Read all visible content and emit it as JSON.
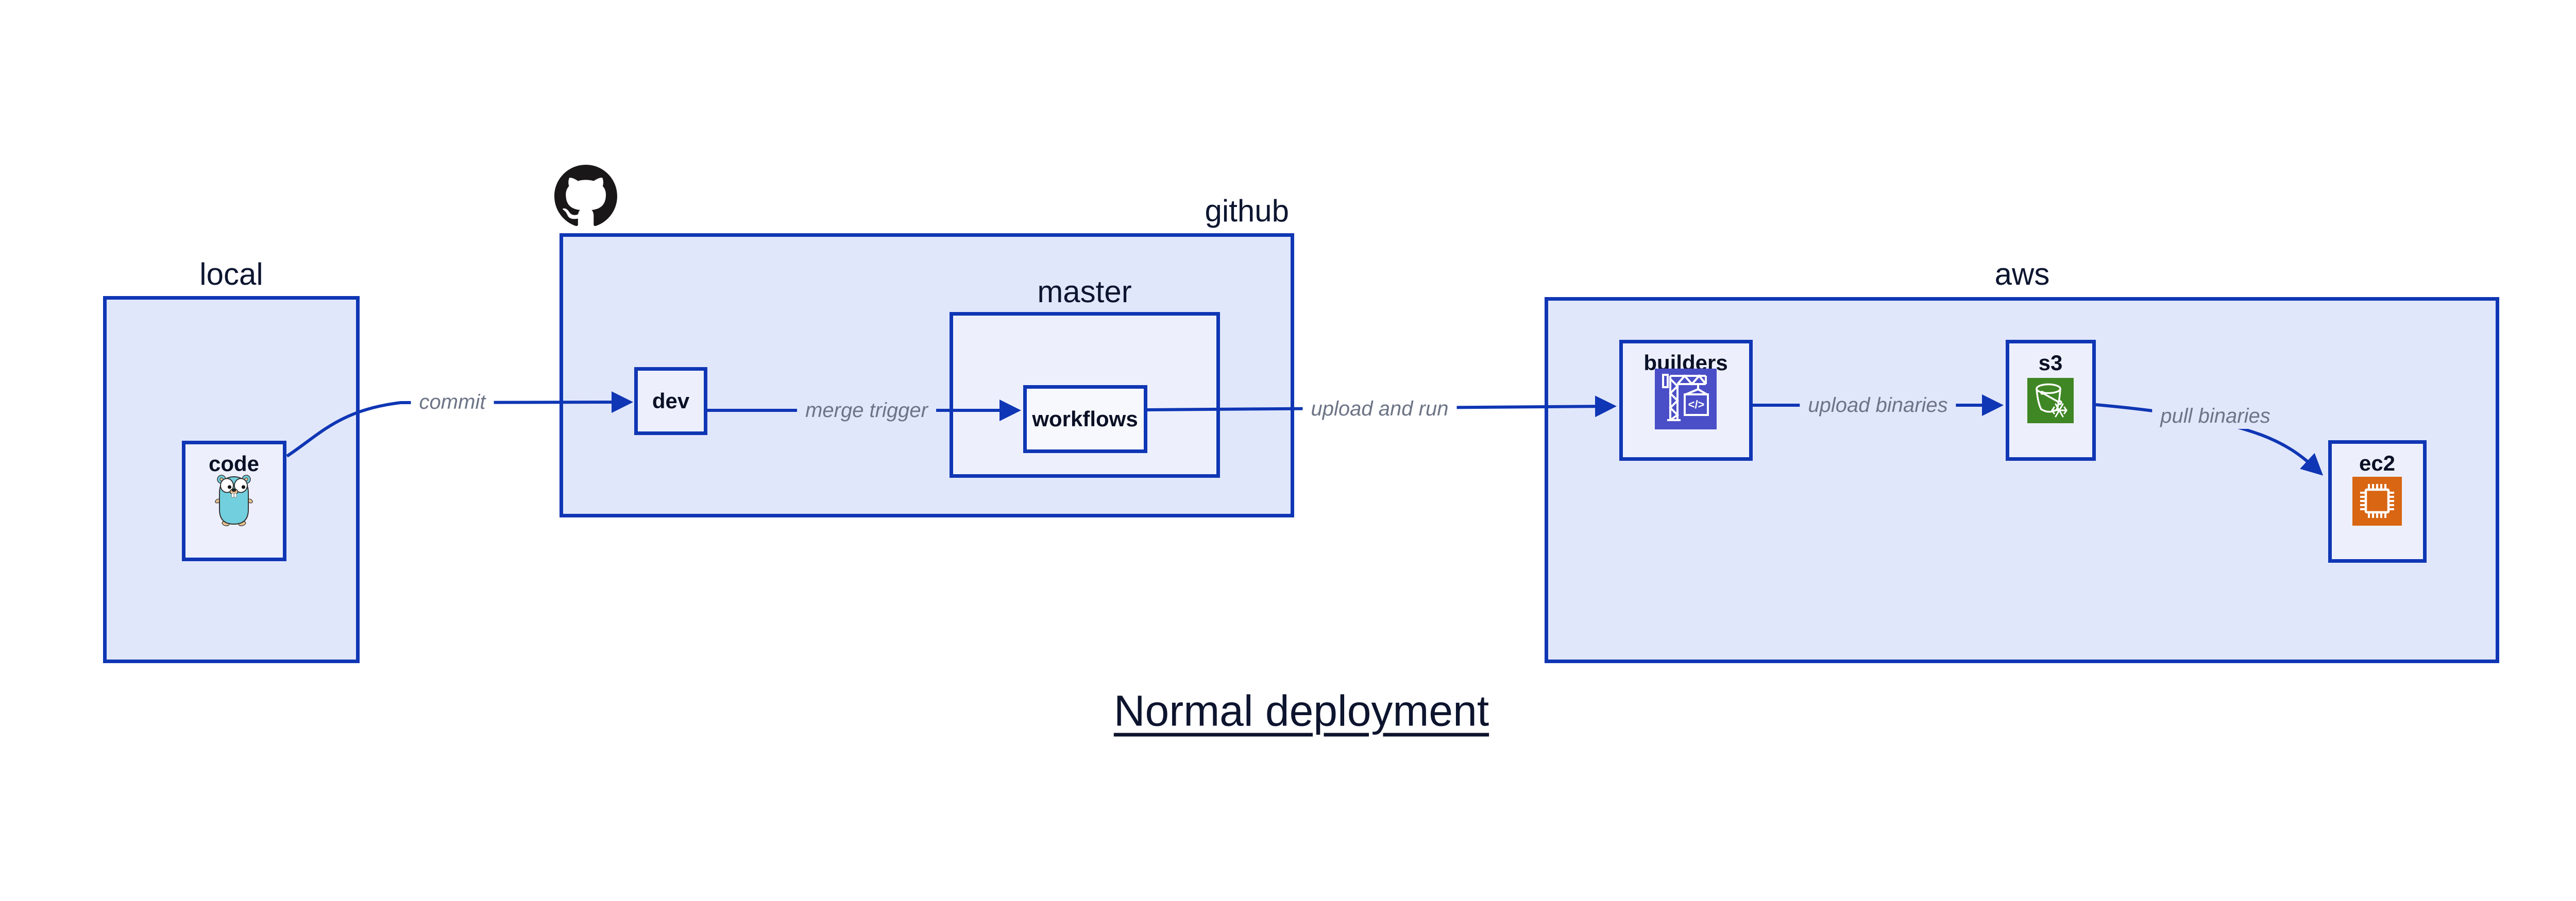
{
  "diagram_title": {
    "text": "Normal deployment"
  },
  "containers": {
    "local": {
      "label": "local"
    },
    "github": {
      "label": "github",
      "logo": "github-octocat-icon"
    },
    "master": {
      "label": "master"
    },
    "aws": {
      "label": "aws"
    }
  },
  "nodes": {
    "code": {
      "label": "code",
      "icon": "go-gopher-icon"
    },
    "dev": {
      "label": "dev"
    },
    "workflows": {
      "label": "workflows"
    },
    "builders": {
      "label": "builders",
      "icon": "aws-codebuild-crane-icon",
      "icon_glyph": "</>"
    },
    "s3": {
      "label": "s3",
      "icon": "aws-s3-glacier-bucket-icon"
    },
    "ec2": {
      "label": "ec2",
      "icon": "aws-ec2-chip-icon"
    }
  },
  "edges": {
    "commit": {
      "label": "commit",
      "from": "code",
      "to": "dev"
    },
    "merge_trigger": {
      "label": "merge trigger",
      "from": "dev",
      "to": "workflows"
    },
    "upload_and_run": {
      "label": "upload and run",
      "from": "workflows",
      "to": "builders"
    },
    "upload_binaries": {
      "label": "upload binaries",
      "from": "builders",
      "to": "s3"
    },
    "pull_binaries": {
      "label": "pull binaries",
      "from": "s3",
      "to": "ec2"
    }
  },
  "colors": {
    "accent_blue_border": "#0f36b4",
    "container_fill": "#e1e7fb",
    "node_fill": "#edf0fc",
    "inner_node_fill": "#f7f8fe",
    "label_navy": "#0d1630",
    "edge_label_gray": "#6d7486",
    "github_logo_black": "#191717",
    "codebuild_indigo": "#4a4ec7",
    "s3_green": "#3f8624",
    "ec2_orange": "#d86613",
    "gopher_teal": "#72cfdd"
  }
}
